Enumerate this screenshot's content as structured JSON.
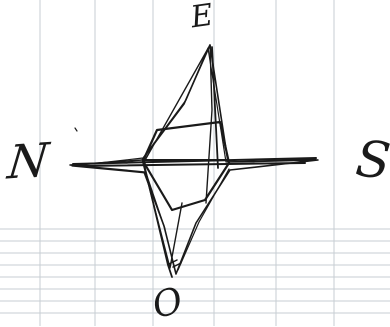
{
  "labels": {
    "east": "E",
    "north": "N",
    "south": "S",
    "west": "O"
  },
  "colors": {
    "paper": "#ffffff",
    "grid": "#c7cdd3",
    "ink": "#1a1a1a"
  }
}
